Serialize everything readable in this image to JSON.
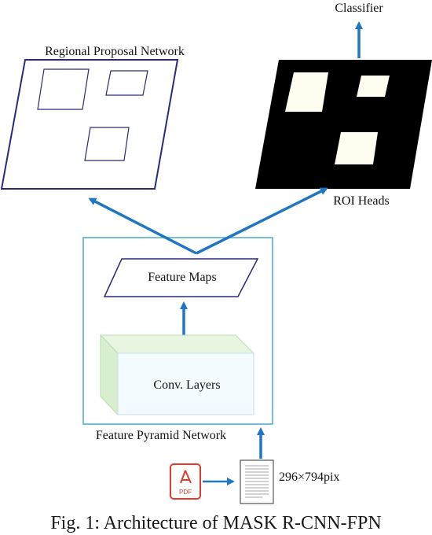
{
  "labels": {
    "classifier": "Classifier",
    "rpn": "Regional Proposal Network",
    "roi_heads": "ROI Heads",
    "feature_maps": "Feature Maps",
    "conv_layers": "Conv. Layers",
    "fpn": "Feature Pyramid Network",
    "input_size": "296×794pix",
    "pdf_icon_text": "PDF"
  },
  "caption": "Fig. 1: Architecture of MASK R-CNN-FPN",
  "colors": {
    "arrow": "#1f77c4",
    "box_outline": "#2a2a7a",
    "fpn_border": "#4aa8c8",
    "roi_fill": "#000000",
    "roi_box_fill": "#fffdf0",
    "conv_front": "#f4fbff",
    "conv_side": "#dff2d8",
    "pdf_red": "#e03a2f"
  },
  "icons": [
    "pdf-icon",
    "document-icon"
  ]
}
